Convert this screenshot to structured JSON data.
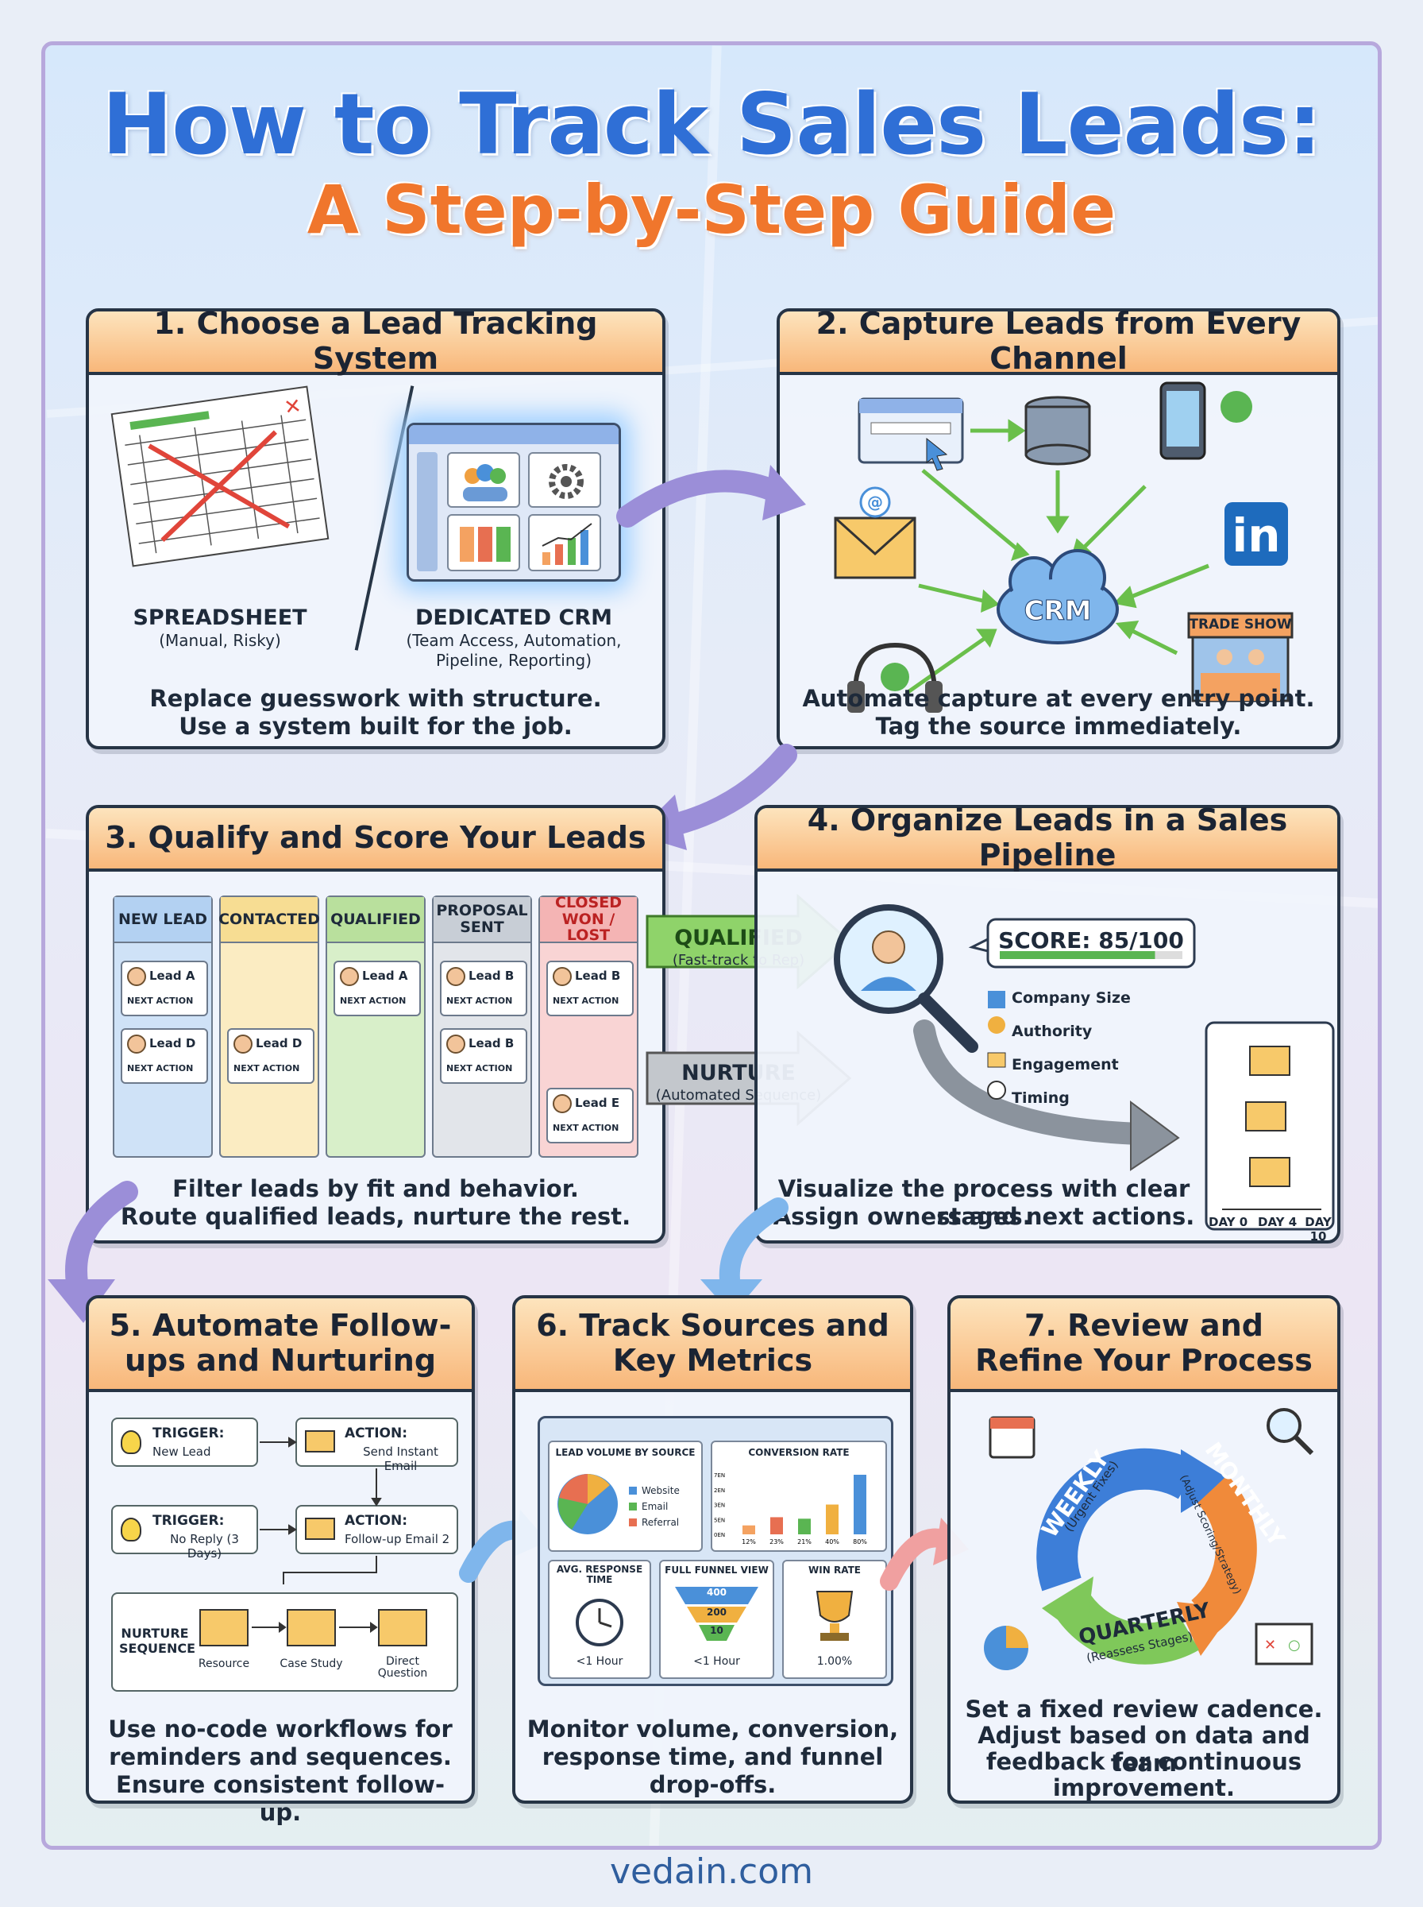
{
  "title": "How to Track Sales Leads:",
  "subtitle": "A Step-by-Step Guide",
  "footer": "vedain.com",
  "colors": {
    "title": "#2f6fd6",
    "subtitle": "#f0762c",
    "header": "#f8b77a",
    "border": "#263445"
  },
  "step1": {
    "header": "1. Choose a Lead Tracking System",
    "spreadsheet_label": "SPREADSHEET",
    "spreadsheet_sub": "(Manual, Risky)",
    "crm_label": "DEDICATED CRM",
    "crm_sub": "(Team Access, Automation, Pipeline, Reporting)",
    "caption_1": "Replace guesswork with structure.",
    "caption_2": "Use a system built for the job."
  },
  "step2": {
    "header": "2. Capture Leads from Every Channel",
    "crm_text": "CRM",
    "trade_show": "TRADE SHOW",
    "linkedin": "in",
    "caption_1": "Automate capture at every entry point.",
    "caption_2": "Tag the source immediately."
  },
  "step3": {
    "header": "3. Qualify and Score Your Leads",
    "columns": [
      "NEW LEAD",
      "CONTACTED",
      "QUALIFIED",
      "PROPOSAL SENT",
      "CLOSED WON / LOST"
    ],
    "next_action": "NEXT ACTION",
    "leads": {
      "a": "Lead A",
      "b": "Lead B",
      "d": "Lead D",
      "e": "Lead E"
    },
    "caption_1": "Filter leads by fit and behavior.",
    "caption_2": "Route qualified leads, nurture the rest."
  },
  "routing": {
    "qualified": "QUALIFIED",
    "qualified_sub": "(Fast-track to Rep)",
    "nurture": "NURTURE",
    "nurture_sub": "(Automated Sequence)"
  },
  "step4": {
    "header": "4. Organize Leads in a Sales Pipeline",
    "score": "SCORE: 85/100",
    "score_value": 85,
    "criteria": [
      "Company Size",
      "Authority",
      "Engagement",
      "Timing"
    ],
    "days": [
      "DAY 0",
      "DAY 4",
      "DAY 10"
    ],
    "caption_1": "Visualize the process with clear stages.",
    "caption_2": "Assign owners and next actions."
  },
  "step5": {
    "header": "5. Automate Follow-ups and Nurturing",
    "trigger_label": "TRIGGER:",
    "trigger1": "New Lead",
    "trigger2": "No Reply (3 Days)",
    "action_label": "ACTION:",
    "action1": "Send Instant Email",
    "action2": "Follow-up Email 2",
    "nurture_label": "NURTURE SEQUENCE",
    "sequence": [
      "Resource",
      "Case Study",
      "Direct Question"
    ],
    "caption_1": "Use no-code workflows for",
    "caption_2": "reminders and sequences.",
    "caption_3": "Ensure consistent follow-up."
  },
  "step6": {
    "header": "6. Track Sources and Key Metrics",
    "lead_volume": "LEAD VOLUME BY SOURCE",
    "legend": [
      "Website",
      "Email",
      "Referral"
    ],
    "conversion": "CONVERSION RATE",
    "conv_ticks_y": [
      "0EN",
      "5EN",
      "3EN",
      "2EN",
      "7EN"
    ],
    "conv_ticks_x": [
      "12%",
      "23%",
      "21%",
      "40%",
      "80%"
    ],
    "conv_values": [
      12,
      23,
      21,
      40,
      80
    ],
    "response": "AVG. RESPONSE TIME",
    "response_value": "<1 Hour",
    "funnel": "FULL FUNNEL VIEW",
    "funnel_values": [
      "400",
      "200",
      "10"
    ],
    "funnel_value": "<1 Hour",
    "win": "WIN RATE",
    "win_value": "1.00%",
    "caption_1": "Monitor volume, conversion,",
    "caption_2": "response time, and funnel",
    "caption_3": "drop-offs."
  },
  "step7": {
    "header": "7. Review and Refine Your Process",
    "weekly": "WEEKLY",
    "weekly_sub": "(Urgent Fixes)",
    "monthly": "MONTHLY",
    "monthly_sub": "(Adjust Scoring/Strategy)",
    "quarterly": "QUARTERLY",
    "quarterly_sub": "(Reassess Stages)",
    "caption_1": "Set a fixed review cadence.",
    "caption_2": "Adjust based on data and team",
    "caption_3": "feedback for continuous",
    "caption_4": "improvement."
  }
}
